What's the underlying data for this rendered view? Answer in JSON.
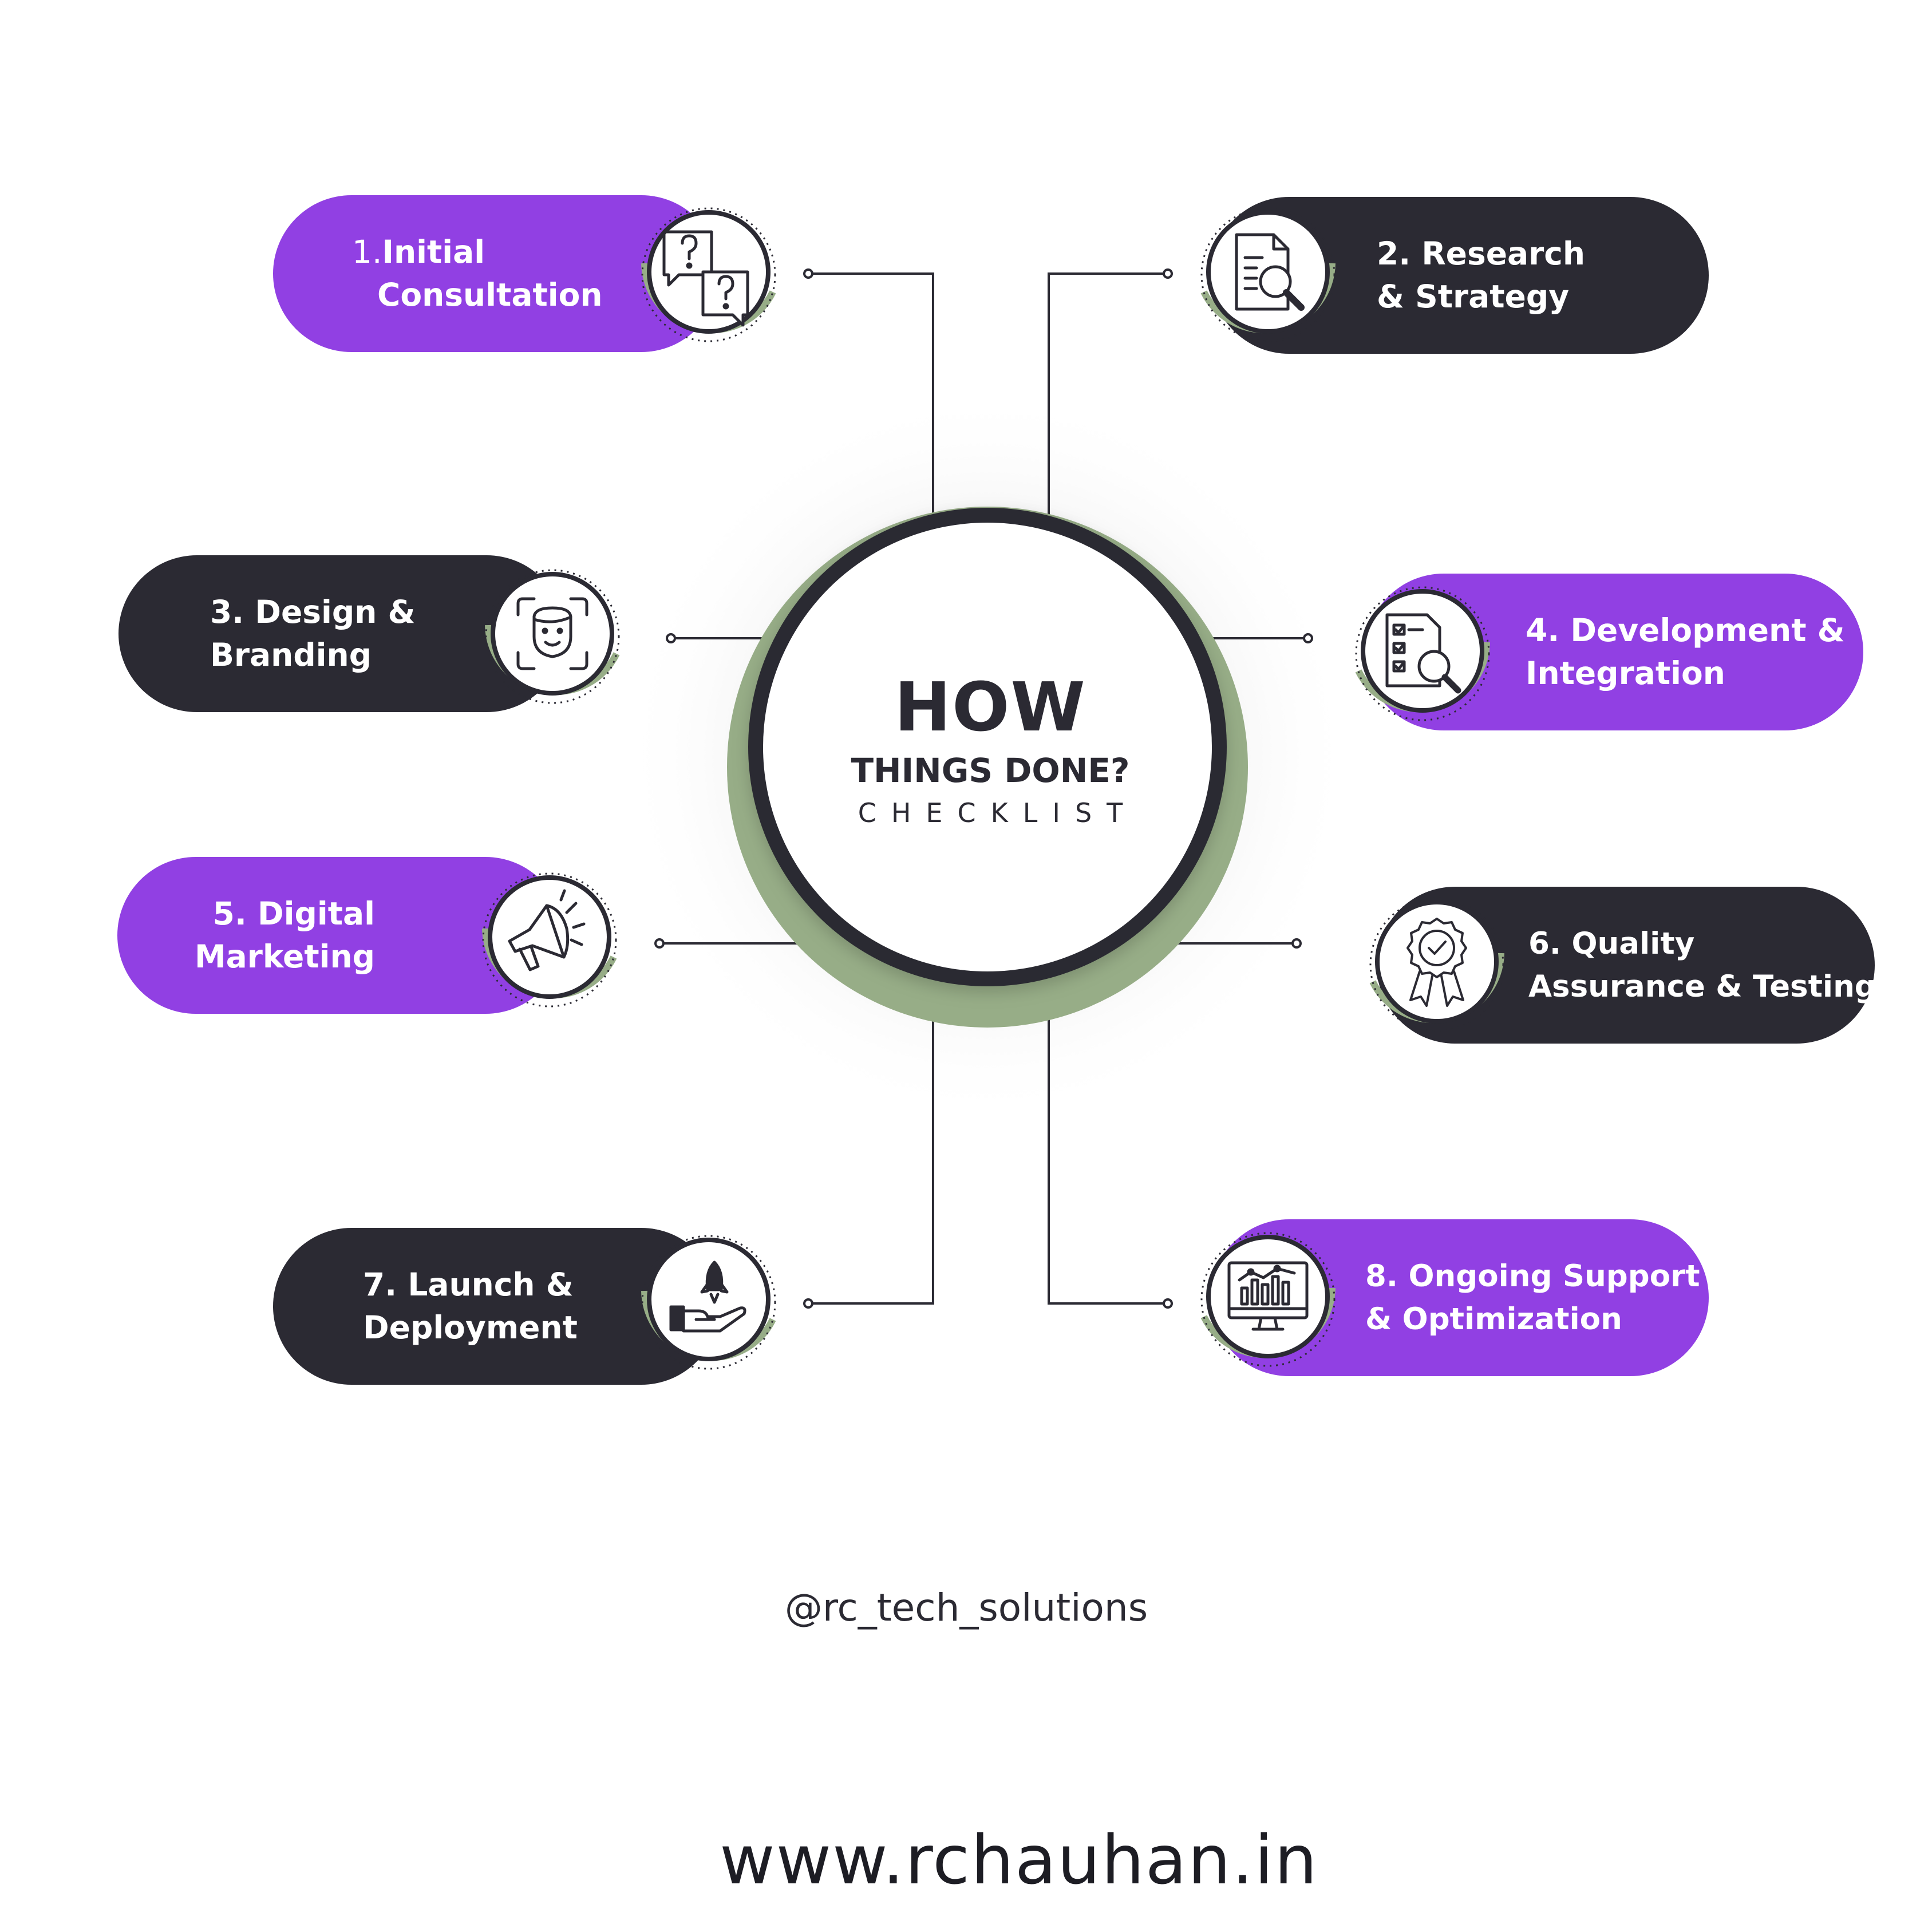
{
  "center": {
    "title": "HOW",
    "subtitle": "THINGS DONE?",
    "label": "CHECKLIST"
  },
  "steps": [
    {
      "number": "1.",
      "line1": "Initial",
      "line2": "Consultation",
      "icon": "question-bubbles-icon",
      "color": "#9140e3"
    },
    {
      "number": "2.",
      "line1": "Research",
      "line2": "& Strategy",
      "icon": "document-search-icon",
      "color": "#2b2a33"
    },
    {
      "number": "3.",
      "line1": "Design &",
      "line2": "Branding",
      "icon": "face-scan-icon",
      "color": "#2b2a33"
    },
    {
      "number": "4.",
      "line1": "Development &",
      "line2": "Integration",
      "icon": "checklist-search-icon",
      "color": "#9140e3"
    },
    {
      "number": "5.",
      "line1": "Digital",
      "line2": "Marketing",
      "icon": "megaphone-icon",
      "color": "#9140e3"
    },
    {
      "number": "6.",
      "line1": "Quality",
      "line2": "Assurance & Testing",
      "icon": "award-ribbon-icon",
      "color": "#2b2a33"
    },
    {
      "number": "7.",
      "line1": "Launch &",
      "line2": "Deployment",
      "icon": "rocket-hand-icon",
      "color": "#2b2a33"
    },
    {
      "number": "8.",
      "line1": "Ongoing Support",
      "line2": "& Optimization",
      "icon": "monitor-chart-icon",
      "color": "#9140e3"
    }
  ],
  "footer": {
    "handle": "@rc_tech_solutions",
    "website": "www.rchauhan.in"
  },
  "colors": {
    "purple": "#9140e3",
    "dark": "#2b2a33",
    "sage": "#97ad87",
    "white": "#ffffff"
  }
}
